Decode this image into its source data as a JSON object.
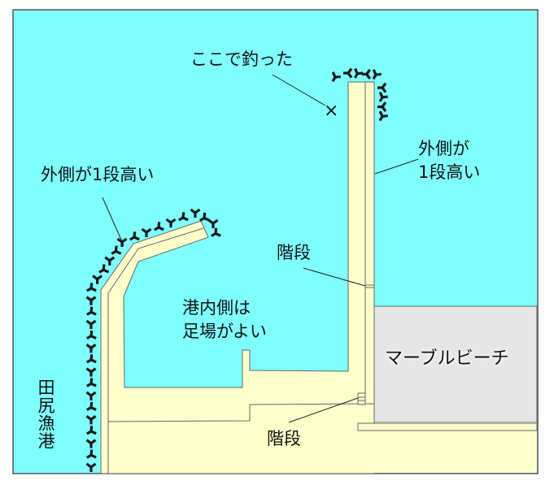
{
  "colors": {
    "sea": "#80ffff",
    "land": "#ffffcc",
    "beach": "#e6e6e6",
    "tetrapod": "#1a1a1a",
    "outline": "#555555"
  },
  "labels": {
    "caught_here": "ここで釣った",
    "caught_mark": "×",
    "left_outer_higher": "外側が1段高い",
    "right_outer_higher_1": "外側が",
    "right_outer_higher_2": "1段高い",
    "stairs_upper": "階段",
    "stairs_lower": "階段",
    "inner_side_1": "港内側は",
    "inner_side_2": "足場がよい",
    "beach": "マーブルビーチ",
    "port": "田尻漁港"
  }
}
